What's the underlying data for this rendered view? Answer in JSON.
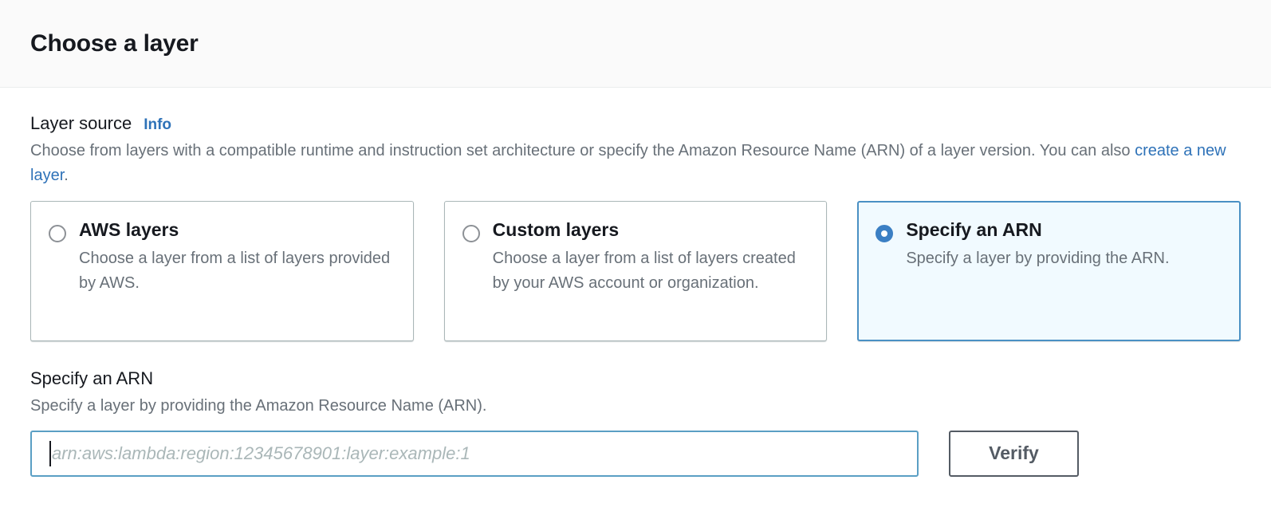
{
  "header": {
    "title": "Choose a layer"
  },
  "layer_source": {
    "label": "Layer source",
    "info_label": "Info",
    "description_part1": "Choose from layers with a compatible runtime and instruction set architecture or specify the Amazon Resource Name (ARN) of a layer version. You can also ",
    "description_link": "create a new layer",
    "description_part2": ".",
    "options": [
      {
        "title": "AWS layers",
        "description": "Choose a layer from a list of layers provided by AWS.",
        "selected": false
      },
      {
        "title": "Custom layers",
        "description": "Choose a layer from a list of layers created by your AWS account or organization.",
        "selected": false
      },
      {
        "title": "Specify an ARN",
        "description": "Specify a layer by providing the ARN.",
        "selected": true
      }
    ]
  },
  "arn_section": {
    "title": "Specify an ARN",
    "description": "Specify a layer by providing the Amazon Resource Name (ARN).",
    "input_value": "",
    "input_placeholder": "arn:aws:lambda:region:12345678901:layer:example:1",
    "verify_label": "Verify"
  },
  "colors": {
    "accent_blue": "#2e72b8",
    "selected_border": "#4a90c4",
    "selected_fill": "#f1faff",
    "input_focus_border": "#5a9fc4",
    "button_border": "#545b64",
    "text_primary": "#16191f",
    "text_secondary": "#687078"
  }
}
